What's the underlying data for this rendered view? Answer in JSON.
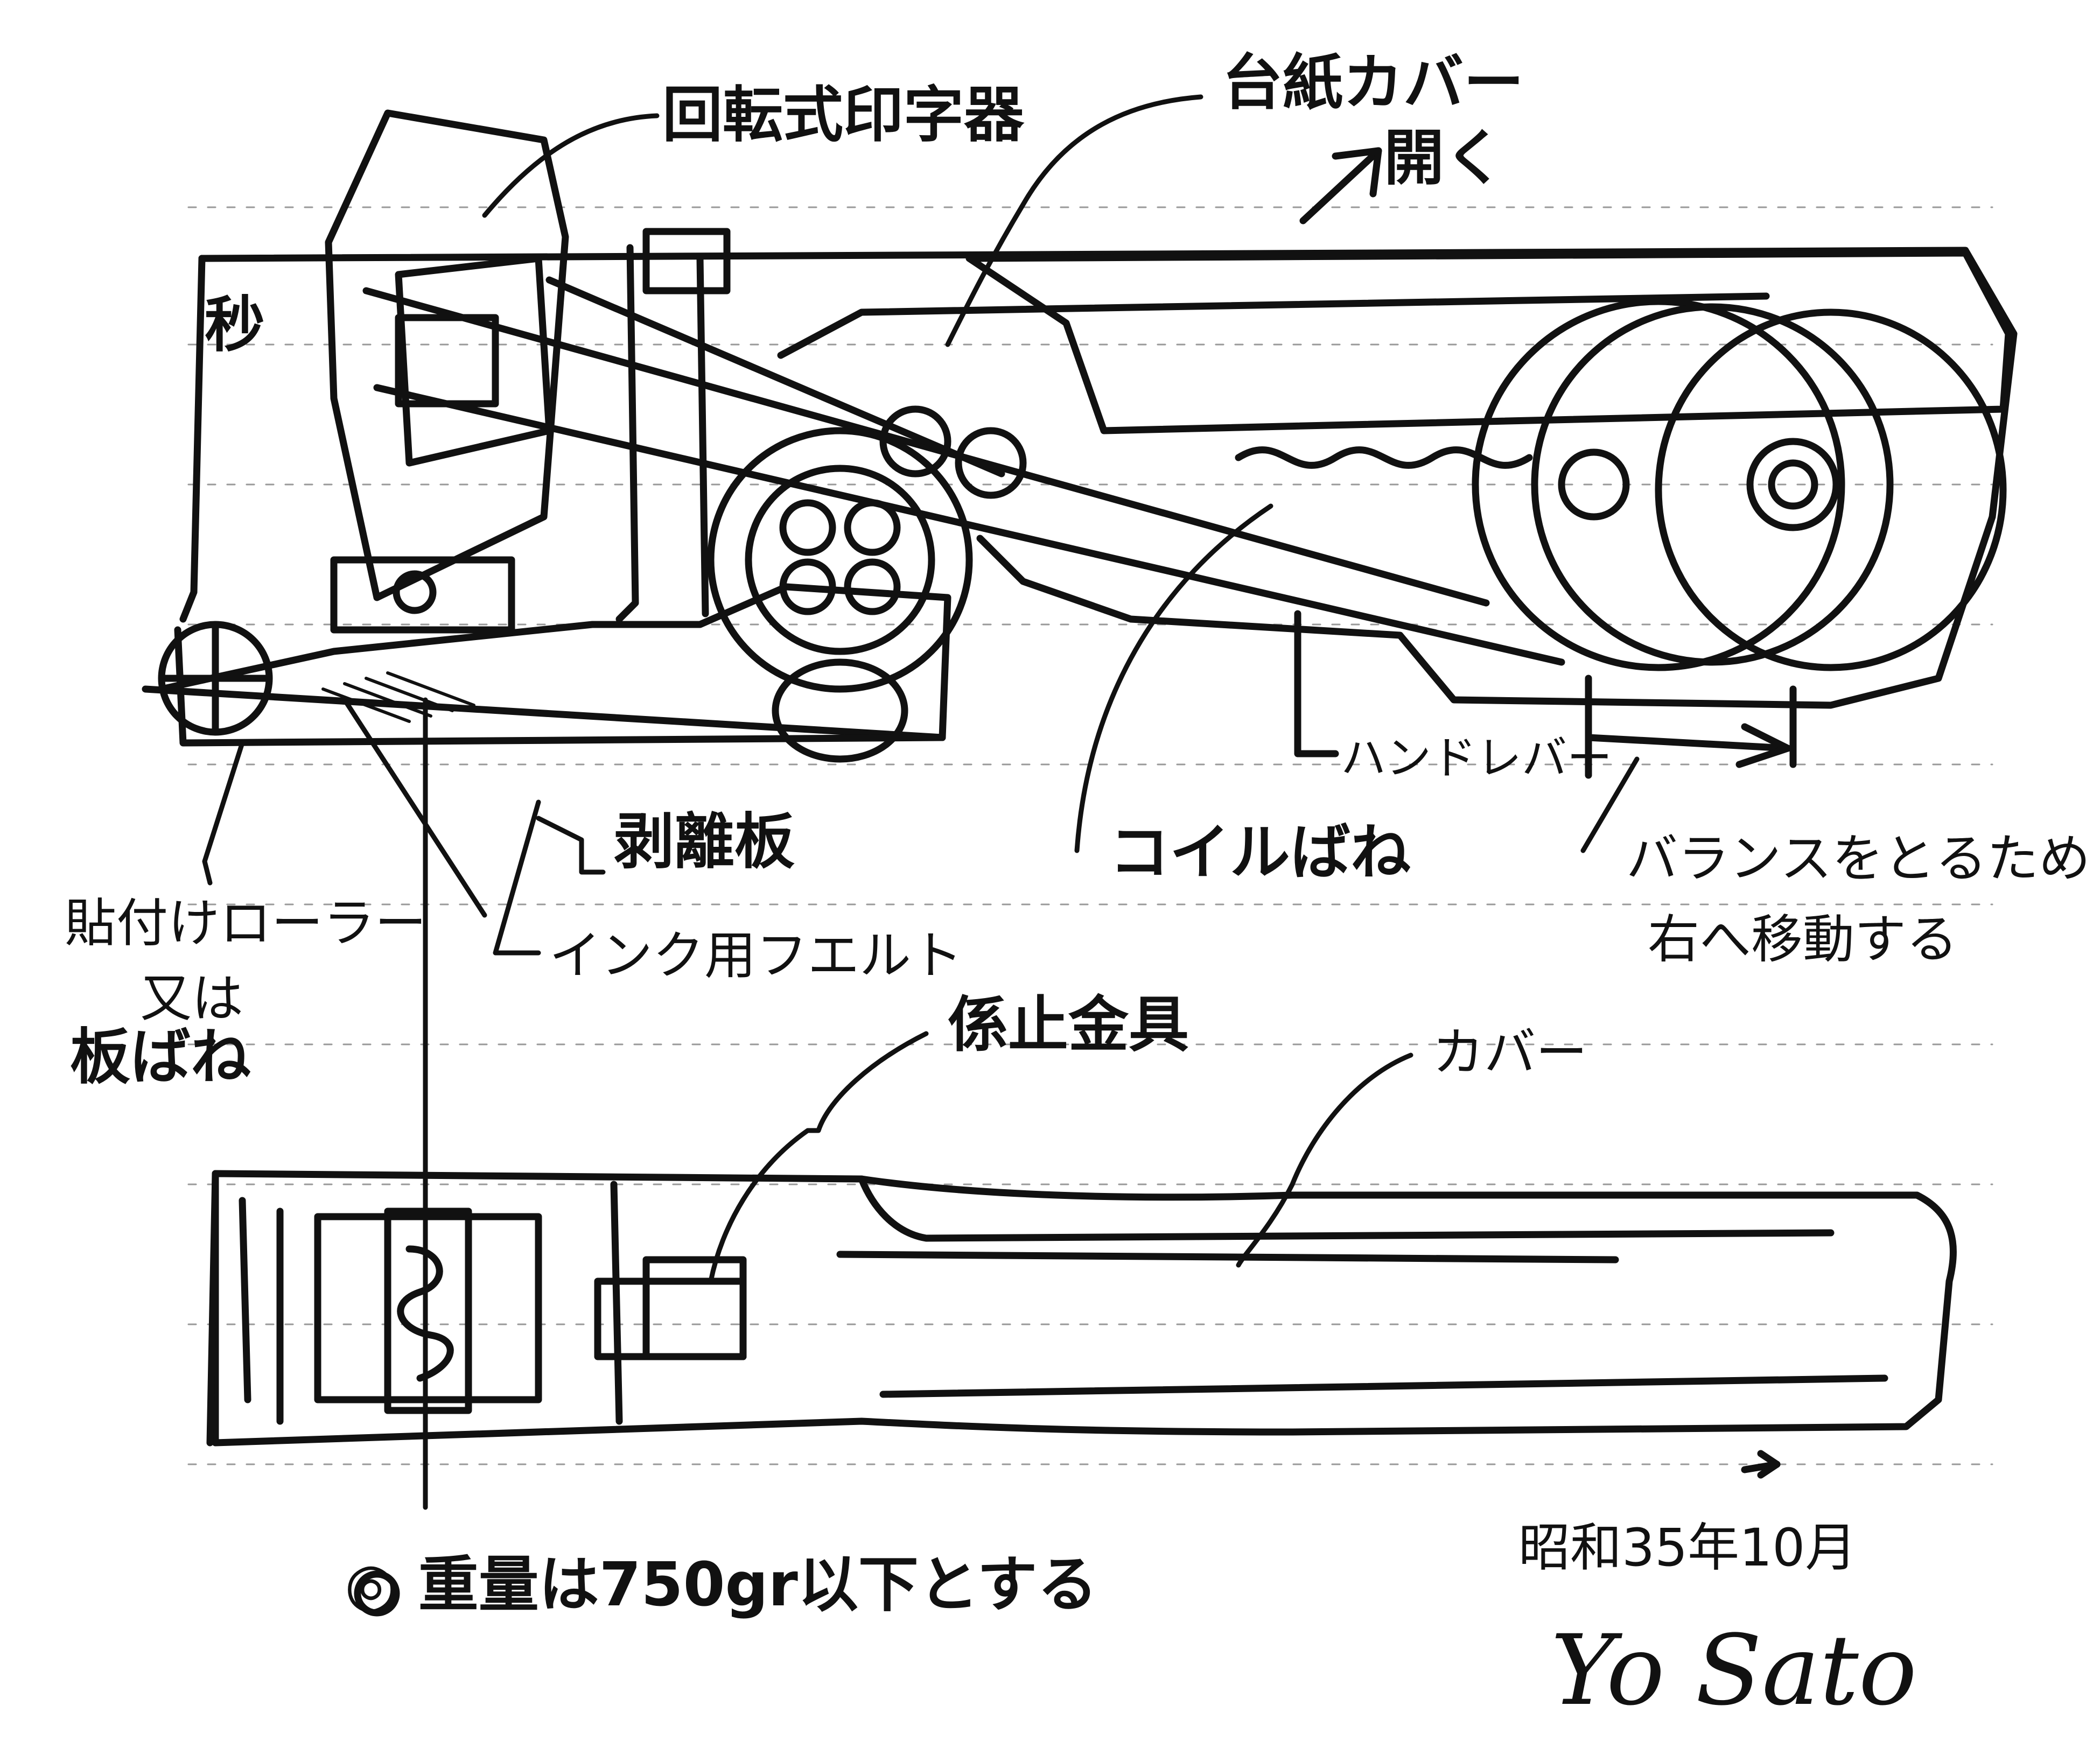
{
  "labels": {
    "rotary_printer": "回転式印字器",
    "backing_cover": "台紙カバー",
    "open": "開く",
    "mark": "秒",
    "handle_lever": "ハンドレバー",
    "peel_plate": "剥離板",
    "coil_spring": "コイルばね",
    "balance_line1": "バランスをとるため",
    "balance_line2": "右へ移動する",
    "apply_roller_line1": "貼付けローラー",
    "apply_roller_line2": "又は",
    "apply_roller_line3": "板ばね",
    "ink_felt": "インク用フエルト",
    "latch_fitting": "係止金具",
    "cover": "カバー"
  },
  "note": "◎ 重量は750gr以下とする",
  "date": "昭和35年10月",
  "signature": "Yo Sato"
}
